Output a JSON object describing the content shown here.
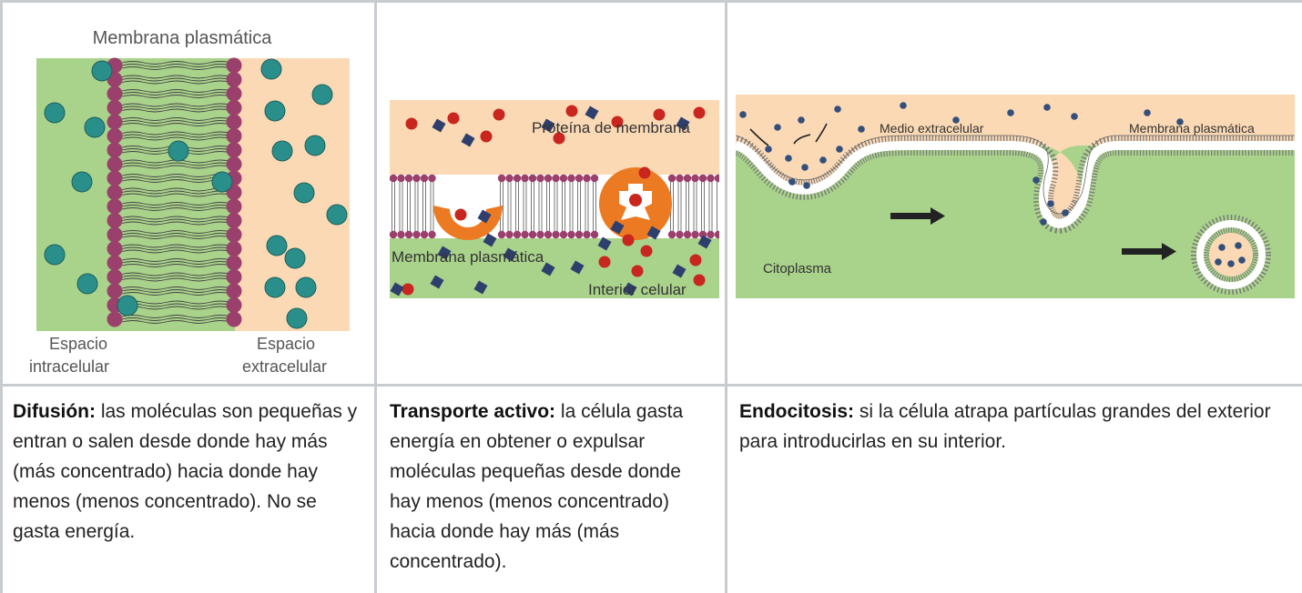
{
  "panels": [
    {
      "id": "difusion",
      "diagram": {
        "title": "Membrana plasmática",
        "left_label_1": "Espacio",
        "left_label_2": "intracelular",
        "right_label_1": "Espacio",
        "right_label_2": "extracelular"
      },
      "caption_title": "Difusión:",
      "caption_body": " las moléculas son pequeñas y entran o salen desde donde hay más (más concentrado) hacia donde hay menos (menos concentrado). No se gasta energía."
    },
    {
      "id": "transporte-activo",
      "diagram": {
        "protein_label": "Proteína de membrana",
        "membrane_label": "Membrana plasmática",
        "interior_label": "Interior celular"
      },
      "caption_title": "Transporte activo:",
      "caption_body": " la célula gasta energía en obtener o expulsar moléculas pequeñas desde donde hay menos (menos concentrado) hacia donde hay más (más concentrado)."
    },
    {
      "id": "endocitosis",
      "diagram": {
        "medium_label": "Medio extracelular",
        "membrane_label": "Membrana plasmática",
        "cytoplasm_label": "Citoplasma"
      },
      "caption_title": "Endocitosis:",
      "caption_body": " si la célula atrapa partículas grandes del exterior para introducirlas en su interior."
    }
  ],
  "colors": {
    "border": "#c8ccd0",
    "cytoplasm_green": "#a9d28b",
    "extracellular_peach": "#fbd9b5",
    "phospholipid_head": "#9b3f6c",
    "teal_molecule": "#2a8f8a",
    "red_molecule": "#c8261e",
    "navy_molecule": "#2e3f6e",
    "protein_orange": "#ec7a22"
  }
}
